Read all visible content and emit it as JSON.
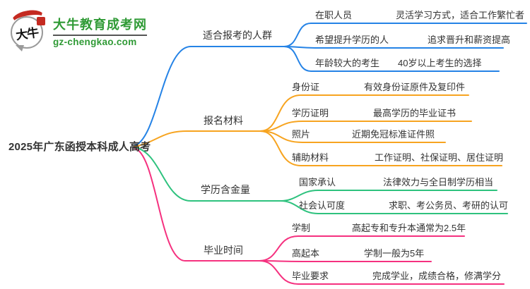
{
  "site": {
    "name": "大牛教育成考网",
    "url": "gz-chengkao.com",
    "logo_glyph": "大牛",
    "brand_green": "#2f9a35",
    "logo_red": "#c42a21"
  },
  "root": {
    "title": "2025年广东函授本科成人高考"
  },
  "branches": [
    {
      "label": "适合报考的人群",
      "color": "#2583e6",
      "children": [
        {
          "label": "在职人员",
          "desc": "灵活学习方式，适合工作繁忙者"
        },
        {
          "label": "希望提升学历的人",
          "desc": "追求晋升和薪资提高"
        },
        {
          "label": "年龄较大的考生",
          "desc": "40岁以上考生的选择"
        }
      ]
    },
    {
      "label": "报名材料",
      "color": "#f7a420",
      "children": [
        {
          "label": "身份证",
          "desc": "有效身份证原件及复印件"
        },
        {
          "label": "学历证明",
          "desc": "最高学历的毕业证书"
        },
        {
          "label": "照片",
          "desc": "近期免冠标准证件照"
        },
        {
          "label": "辅助材料",
          "desc": "工作证明、社保证明、居住证明"
        }
      ]
    },
    {
      "label": "学历含金量",
      "color": "#2ec27e",
      "children": [
        {
          "label": "国家承认",
          "desc": "法律效力与全日制学历相当"
        },
        {
          "label": "社会认可度",
          "desc": "求职、考公务员、考研的认可"
        }
      ]
    },
    {
      "label": "毕业时间",
      "color": "#f5317f",
      "children": [
        {
          "label": "学制",
          "desc": "高起专和专升本通常为2.5年"
        },
        {
          "label": "高起本",
          "desc": "学制一般为5年"
        },
        {
          "label": "毕业要求",
          "desc": "完成学业，成绩合格，修满学分"
        }
      ]
    }
  ]
}
